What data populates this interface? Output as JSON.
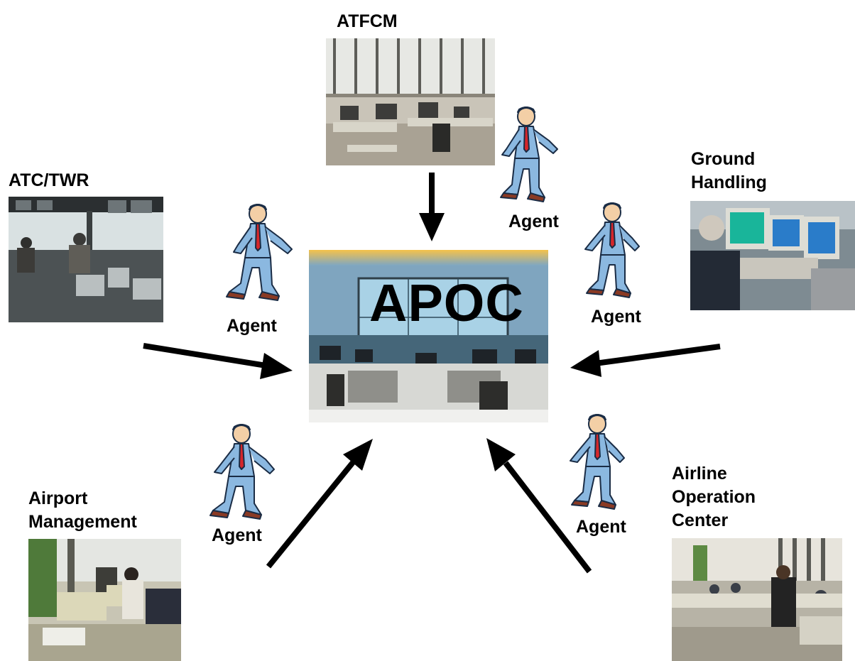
{
  "center": {
    "label": "APOC"
  },
  "stakeholders": {
    "atfcm": "ATFCM",
    "atc_twr": "ATC/TWR",
    "ground_handling": "Ground\nHandling",
    "airport_management": "Airport\nManagement",
    "airline_operation_center": "Airline\nOperation\nCenter"
  },
  "agents": [
    {
      "label": "Agent"
    },
    {
      "label": "Agent"
    },
    {
      "label": "Agent"
    },
    {
      "label": "Agent"
    },
    {
      "label": "Agent"
    }
  ]
}
